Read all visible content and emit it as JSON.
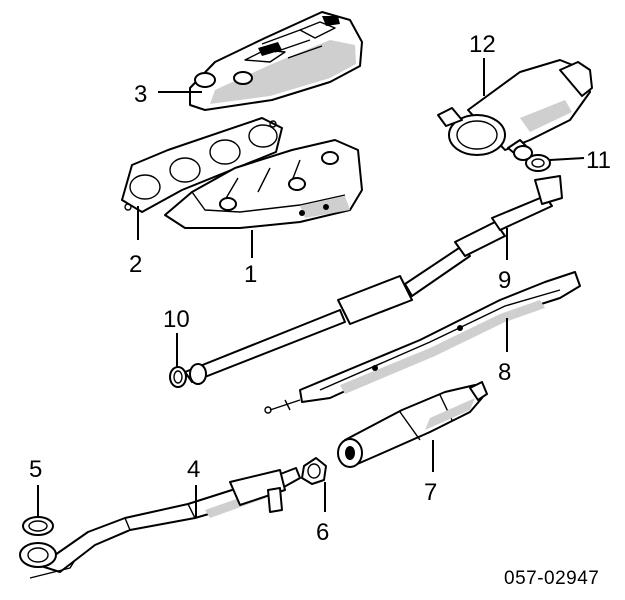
{
  "diagram": {
    "document_number": "057-02947",
    "callouts": [
      {
        "id": "1",
        "label": "1"
      },
      {
        "id": "2",
        "label": "2"
      },
      {
        "id": "3",
        "label": "3"
      },
      {
        "id": "4",
        "label": "4"
      },
      {
        "id": "5",
        "label": "5"
      },
      {
        "id": "6",
        "label": "6"
      },
      {
        "id": "7",
        "label": "7"
      },
      {
        "id": "8",
        "label": "8"
      },
      {
        "id": "9",
        "label": "9"
      },
      {
        "id": "10",
        "label": "10"
      },
      {
        "id": "11",
        "label": "11"
      },
      {
        "id": "12",
        "label": "12"
      }
    ]
  }
}
